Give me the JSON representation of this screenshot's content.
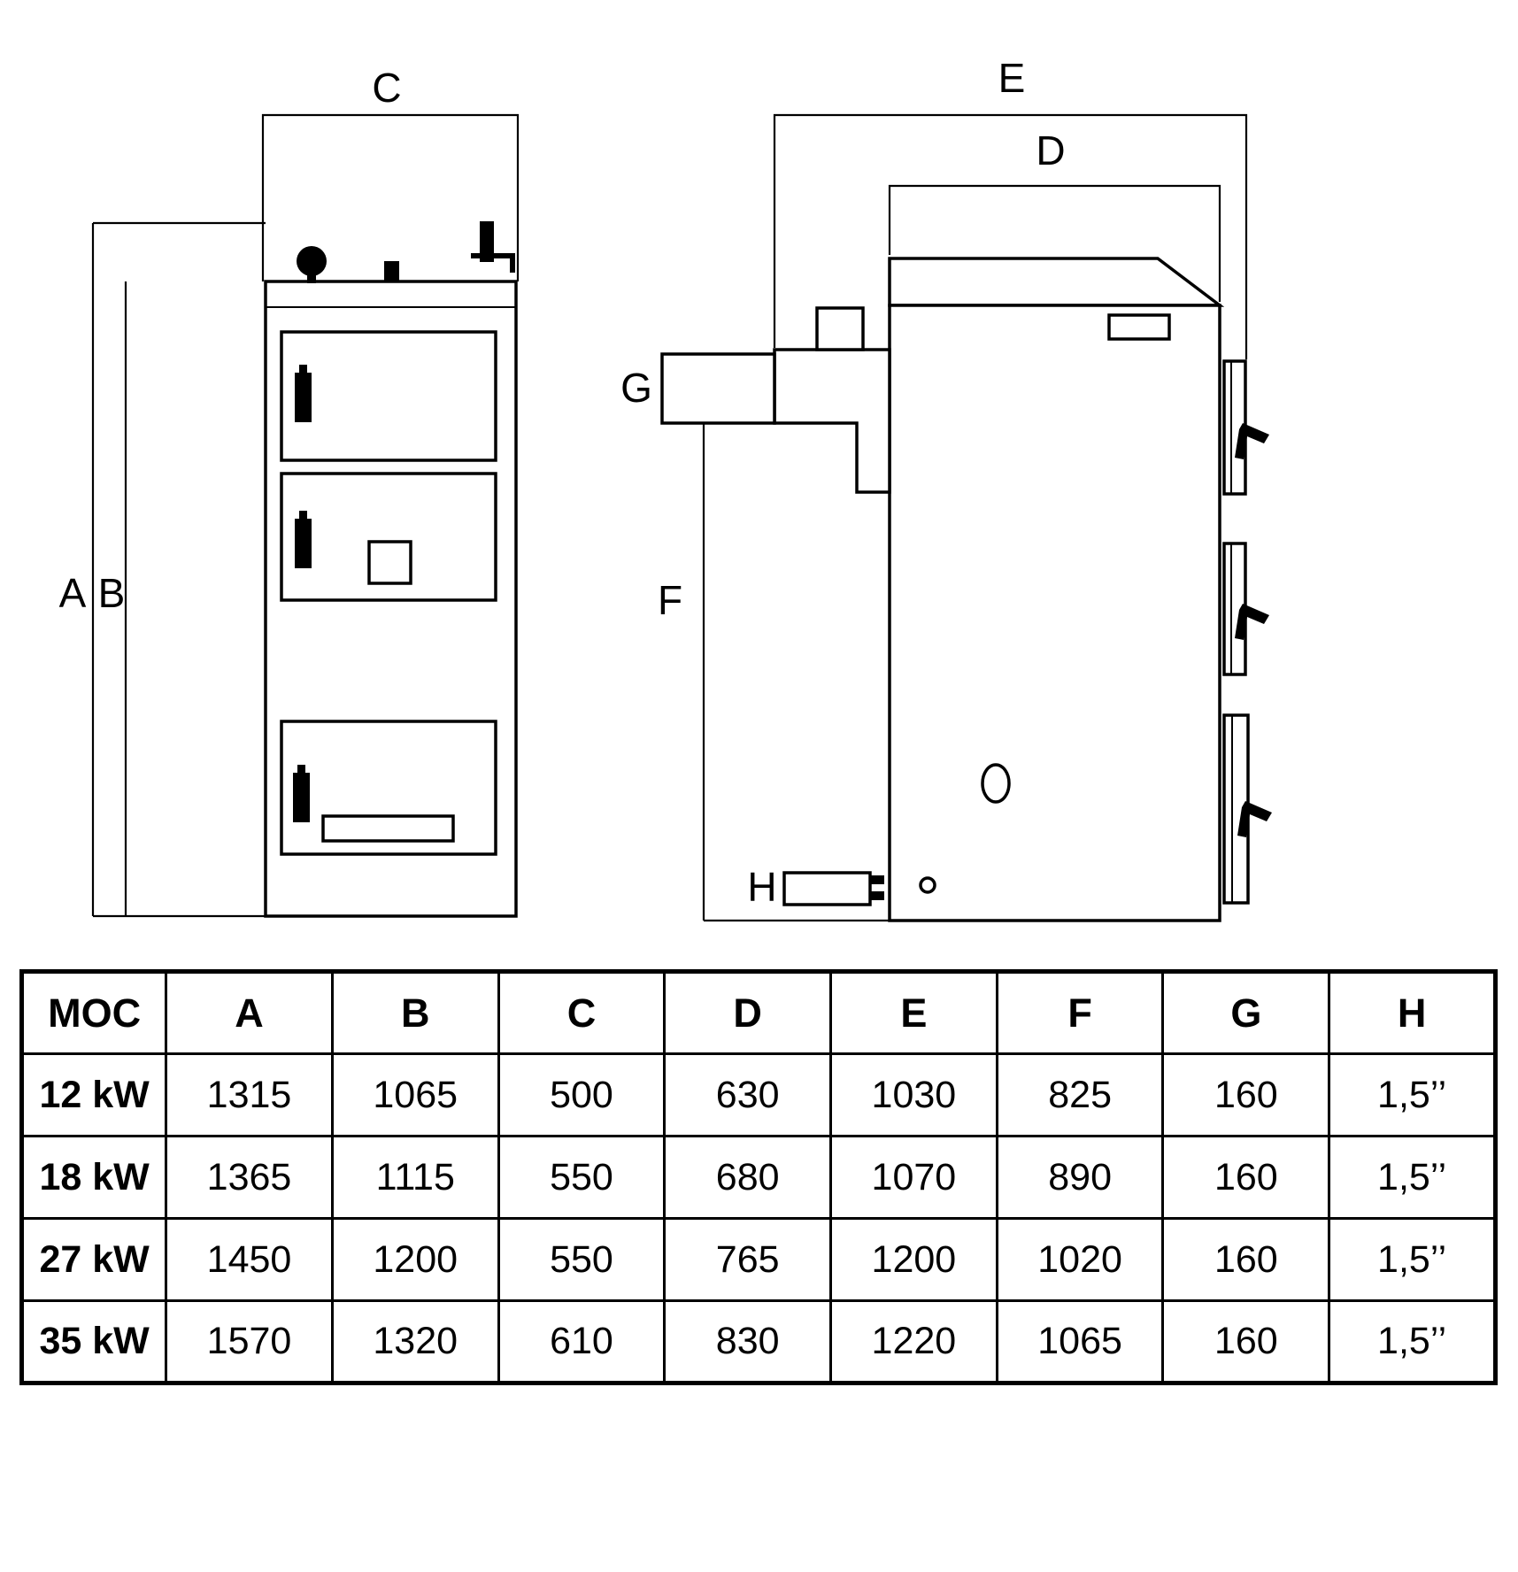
{
  "front_view": {
    "labels": {
      "A": "A",
      "B": "B",
      "C": "C"
    }
  },
  "side_view": {
    "labels": {
      "D": "D",
      "E": "E",
      "F": "F",
      "G": "G",
      "H": "H"
    }
  },
  "table": {
    "headers": [
      "MOC",
      "A",
      "B",
      "C",
      "D",
      "E",
      "F",
      "G",
      "H"
    ],
    "rows": [
      [
        "12 kW",
        "1315",
        "1065",
        "500",
        "630",
        "1030",
        "825",
        "160",
        "1,5’’"
      ],
      [
        "18 kW",
        "1365",
        "1115",
        "550",
        "680",
        "1070",
        "890",
        "160",
        "1,5’’"
      ],
      [
        "27 kW",
        "1450",
        "1200",
        "550",
        "765",
        "1200",
        "1020",
        "160",
        "1,5’’"
      ],
      [
        "35 kW",
        "1570",
        "1320",
        "610",
        "830",
        "1220",
        "1065",
        "160",
        "1,5’’"
      ]
    ]
  }
}
